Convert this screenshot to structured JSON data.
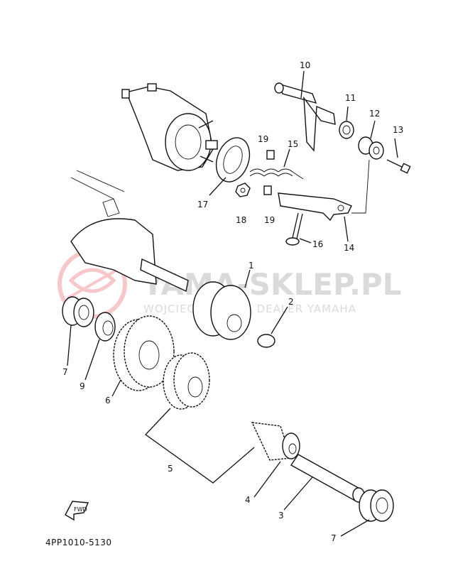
{
  "diagram": {
    "parts": [
      {
        "number": "1"
      },
      {
        "number": "2"
      },
      {
        "number": "3"
      },
      {
        "number": "4"
      },
      {
        "number": "5"
      },
      {
        "number": "6"
      },
      {
        "number": "7a"
      },
      {
        "number": "7b"
      },
      {
        "number": "9"
      },
      {
        "number": "10"
      },
      {
        "number": "11"
      },
      {
        "number": "12"
      },
      {
        "number": "13"
      },
      {
        "number": "14"
      },
      {
        "number": "15"
      },
      {
        "number": "16"
      },
      {
        "number": "17"
      },
      {
        "number": "18"
      },
      {
        "number": "19a"
      },
      {
        "number": "19b"
      }
    ],
    "labels": {
      "p1": "1",
      "p2": "2",
      "p3": "3",
      "p4": "4",
      "p5": "5",
      "p6": "6",
      "p7a": "7",
      "p7b": "7",
      "p9": "9",
      "p10": "10",
      "p11": "11",
      "p12": "12",
      "p13": "13",
      "p14": "14",
      "p15": "15",
      "p16": "16",
      "p17": "17",
      "p18": "18",
      "p19a": "19",
      "p19b": "19"
    },
    "fwd_label": "FWD",
    "diagram_code": "4PP1010-5130"
  },
  "watermark": {
    "main": "YAMA-SKLEP.PL",
    "sub": "WOJCIECHOWICZ | DEALER YAMAHA",
    "logo_color": "#e3242b"
  }
}
